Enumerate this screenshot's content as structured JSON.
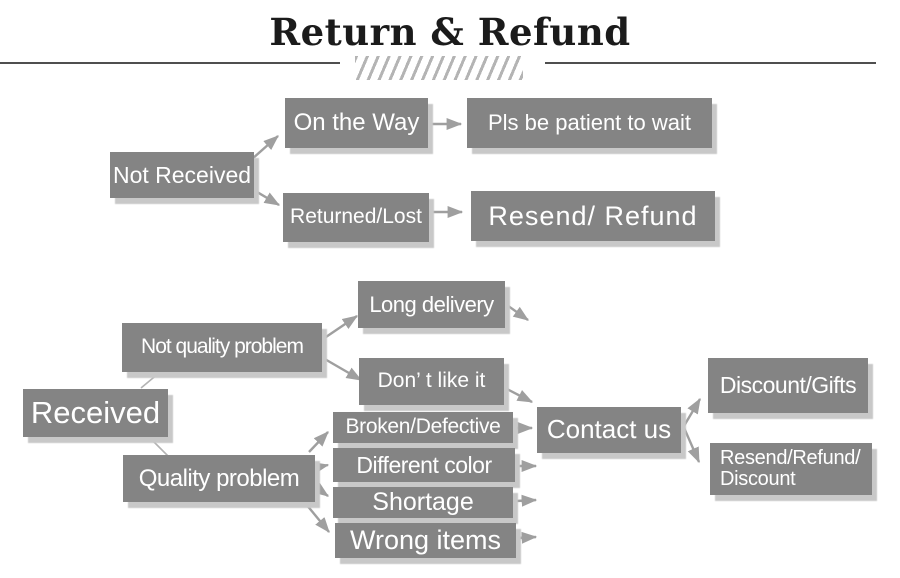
{
  "title": "Return & Refund",
  "nodes": {
    "not_received": {
      "label": "Not Received"
    },
    "on_the_way": {
      "label": "On the Way"
    },
    "pls_wait": {
      "label": "Pls be patient to wait"
    },
    "returned_lost": {
      "label": "Returned/Lost"
    },
    "resend_refund": {
      "label": "Resend/ Refund"
    },
    "received": {
      "label": "Received"
    },
    "not_quality": {
      "label": "Not quality problem"
    },
    "quality": {
      "label": "Quality problem"
    },
    "long_delivery": {
      "label": "Long delivery"
    },
    "dont_like": {
      "label": "Don’ t like it"
    },
    "broken": {
      "label": "Broken/Defective"
    },
    "different_color": {
      "label": "Different color"
    },
    "shortage": {
      "label": "Shortage"
    },
    "wrong_items": {
      "label": "Wrong items"
    },
    "contact_us": {
      "label": "Contact us"
    },
    "discount_gifts": {
      "label": "Discount/Gifts"
    },
    "resend_refund_discount": {
      "line1": "Resend/Refund/",
      "line2": "Discount"
    }
  },
  "edges": [
    {
      "from": "not_received",
      "to": "on_the_way"
    },
    {
      "from": "not_received",
      "to": "returned_lost"
    },
    {
      "from": "on_the_way",
      "to": "pls_wait"
    },
    {
      "from": "returned_lost",
      "to": "resend_refund"
    },
    {
      "from": "received",
      "to": "not_quality"
    },
    {
      "from": "received",
      "to": "quality"
    },
    {
      "from": "not_quality",
      "to": "long_delivery"
    },
    {
      "from": "not_quality",
      "to": "dont_like"
    },
    {
      "from": "quality",
      "to": "broken"
    },
    {
      "from": "quality",
      "to": "different_color"
    },
    {
      "from": "quality",
      "to": "shortage"
    },
    {
      "from": "quality",
      "to": "wrong_items"
    },
    {
      "from": "long_delivery",
      "to": "contact_us"
    },
    {
      "from": "dont_like",
      "to": "contact_us"
    },
    {
      "from": "broken",
      "to": "contact_us"
    },
    {
      "from": "different_color",
      "to": "contact_us"
    },
    {
      "from": "shortage",
      "to": "contact_us"
    },
    {
      "from": "wrong_items",
      "to": "contact_us"
    },
    {
      "from": "contact_us",
      "to": "discount_gifts"
    },
    {
      "from": "contact_us",
      "to": "resend_refund_discount"
    }
  ],
  "colors": {
    "box_bg": "#848484",
    "box_text": "#ffffff",
    "shadow": "#c8c8c8",
    "arrow": "#9f9f9f",
    "thin_line": "#b3b3b3",
    "title_text": "#1b1b1b",
    "rule": "#4f4f4f",
    "hatch": "#b4b4b4",
    "background": "#ffffff"
  }
}
